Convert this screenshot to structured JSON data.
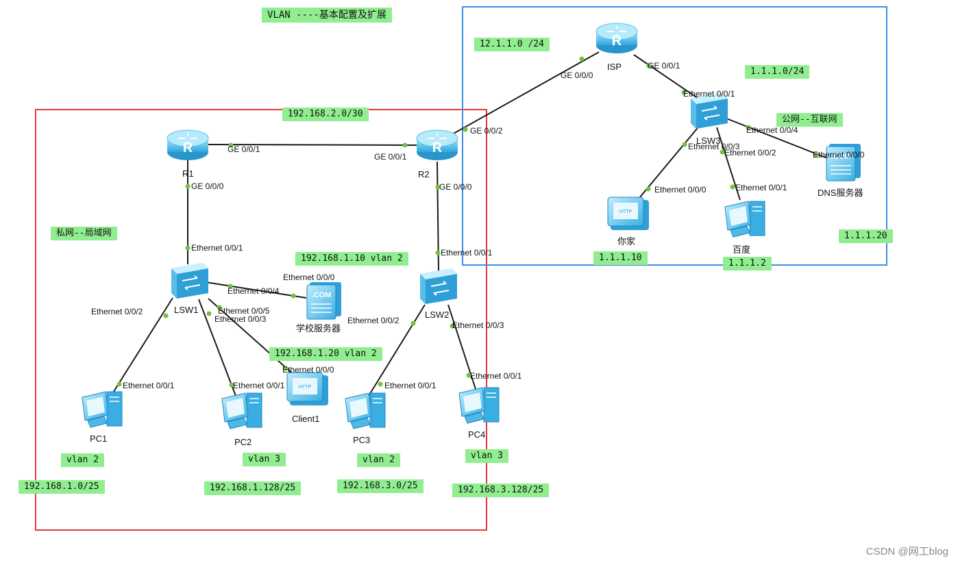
{
  "title": "VLAN ----基本配置及扩展",
  "watermark": "CSDN @网工blog",
  "colors": {
    "private_zone": "#e53935",
    "public_zone": "#3b8de8",
    "note_bg": "#90ee90",
    "link": "#1a1a1a",
    "port_dot": "#74c043",
    "device_blue": "#5bc4ee"
  },
  "zones": {
    "private": "私网--局域网",
    "public": "公网--互联网"
  },
  "devices": {
    "r1": {
      "name": "R1",
      "icon": "router-icon"
    },
    "r2": {
      "name": "R2",
      "icon": "router-icon"
    },
    "isp": {
      "name": "ISP",
      "icon": "router-icon"
    },
    "lsw1": {
      "name": "LSW1",
      "icon": "switch-icon"
    },
    "lsw2": {
      "name": "LSW2",
      "icon": "switch-icon"
    },
    "lsw3": {
      "name": "LSW3",
      "icon": "switch-icon"
    },
    "school_server": {
      "name": "学校服务器",
      "icon": "server-icon"
    },
    "dns_server": {
      "name": "DNS服务器",
      "icon": "server-icon"
    },
    "client1": {
      "name": "Client1",
      "icon": "http-client-icon"
    },
    "nijia": {
      "name": "你家",
      "icon": "http-client-icon"
    },
    "baidu": {
      "name": "百度",
      "icon": "pc-icon"
    },
    "pc1": {
      "name": "PC1",
      "icon": "pc-icon"
    },
    "pc2": {
      "name": "PC2",
      "icon": "pc-icon"
    },
    "pc3": {
      "name": "PC3",
      "icon": "pc-icon"
    },
    "pc4": {
      "name": "PC4",
      "icon": "pc-icon"
    }
  },
  "ports": {
    "r1_ge001": "GE 0/0/1",
    "r2_ge001": "GE 0/0/1",
    "r1_ge000": "GE 0/0/0",
    "r2_ge000": "GE 0/0/0",
    "r2_ge002": "GE 0/0/2",
    "isp_ge000": "GE 0/0/0",
    "isp_ge001": "GE 0/0/1",
    "lsw1_e001": "Ethernet 0/0/1",
    "lsw1_e002": "Ethernet 0/0/2",
    "lsw1_e003": "Ethernet 0/0/3",
    "lsw1_e004": "Ethernet 0/0/4",
    "lsw1_e005": "Ethernet 0/0/5",
    "lsw2_e001": "Ethernet 0/0/1",
    "lsw2_e002": "Ethernet 0/0/2",
    "lsw2_e003": "Ethernet 0/0/3",
    "lsw3_e001": "Ethernet 0/0/1",
    "lsw3_e002": "Ethernet 0/0/2",
    "lsw3_e003": "Ethernet 0/0/3",
    "lsw3_e004": "Ethernet 0/0/4",
    "school_e000": "Ethernet 0/0/0",
    "client1_e000": "Ethernet 0/0/0",
    "pc1_e001": "Ethernet 0/0/1",
    "pc2_e001": "Ethernet 0/0/1",
    "pc3_e001": "Ethernet 0/0/1",
    "pc4_e001": "Ethernet 0/0/1",
    "nijia_e000": "Ethernet 0/0/0",
    "baidu_e001": "Ethernet 0/0/1",
    "dns_e000": "Ethernet 0/0/0"
  },
  "notes": {
    "net_r1r2": "192.168.2.0/30",
    "net_isp_wan": "12.1.1.0 /24",
    "net_public": "1.1.1.0/24",
    "school_ip": "192.168.1.10  vlan 2",
    "client1_ip": "192.168.1.20 vlan 2",
    "nijia_ip": "1.1.1.10",
    "baidu_ip": "1.1.1.2",
    "dns_ip": "1.1.1.20",
    "pc1_vlan": "vlan 2",
    "pc2_vlan": "vlan 3",
    "pc3_vlan": "vlan 2",
    "pc4_vlan": "vlan 3",
    "pc1_net": "192.168.1.0/25",
    "pc2_net": "192.168.1.128/25",
    "pc3_net": "192.168.3.0/25",
    "pc4_net": "192.168.3.128/25"
  }
}
